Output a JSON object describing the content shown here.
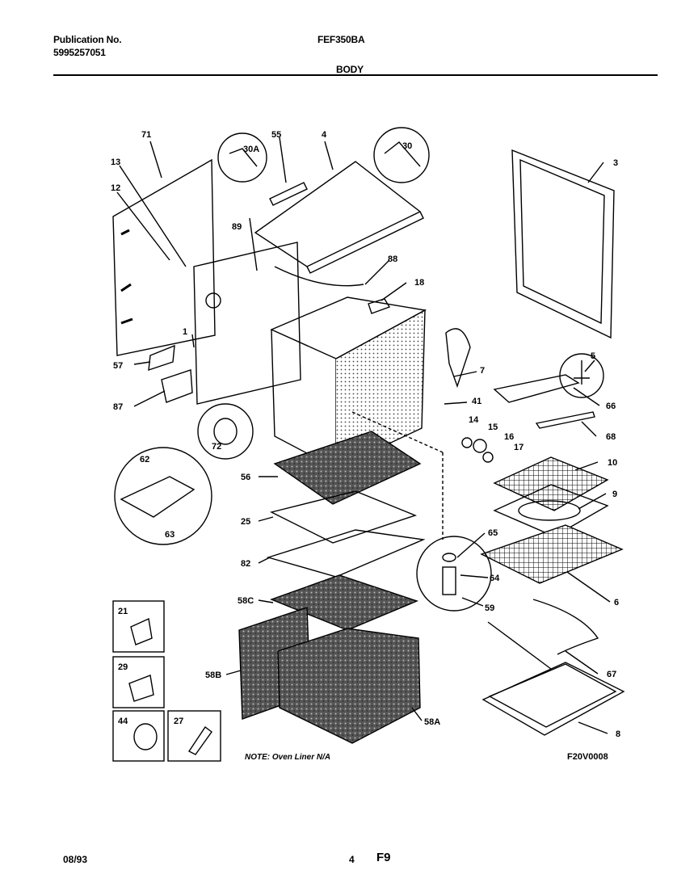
{
  "header": {
    "publication_label": "Publication No.",
    "publication_number": "5995257051",
    "model": "FEF350BA",
    "section": "BODY"
  },
  "footer": {
    "date": "08/93",
    "page": "4",
    "code": "F9"
  },
  "diagram": {
    "note": "NOTE: Oven Liner N/A",
    "figure_id": "F20V0008",
    "callouts": {
      "c71": "71",
      "c13": "13",
      "c12": "12",
      "c30A": "30A",
      "c55": "55",
      "c4": "4",
      "c30": "30",
      "c3": "3",
      "c89": "89",
      "c88": "88",
      "c18": "18",
      "c1": "1",
      "c57": "57",
      "c87": "87",
      "c72": "72",
      "c7": "7",
      "c41": "41",
      "c5": "5",
      "c66": "66",
      "c68": "68",
      "c14": "14",
      "c15": "15",
      "c16": "16",
      "c17": "17",
      "c10": "10",
      "c9": "9",
      "c56": "56",
      "c25": "25",
      "c82": "82",
      "c65": "65",
      "c64": "64",
      "c59": "59",
      "c6": "6",
      "c62": "62",
      "c63": "63",
      "c58C": "58C",
      "c58B": "58B",
      "c58A": "58A",
      "c67": "67",
      "c8": "8",
      "c21": "21",
      "c29": "29",
      "c44": "44",
      "c27": "27"
    }
  }
}
